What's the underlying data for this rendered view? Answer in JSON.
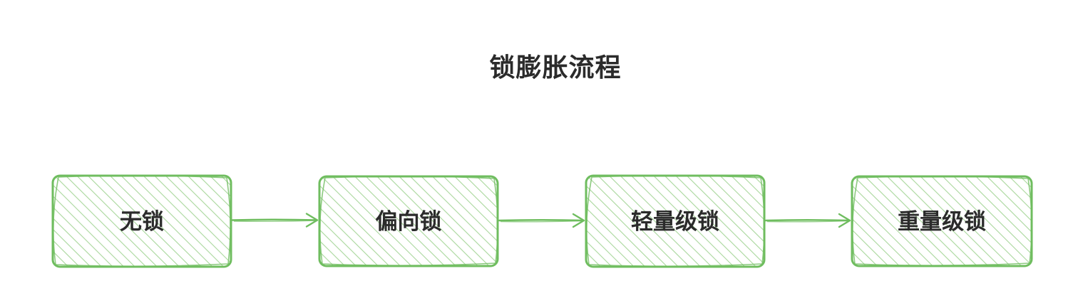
{
  "title": "锁膨胀流程",
  "nodes": [
    {
      "id": "no-lock",
      "label": "无锁"
    },
    {
      "id": "biased-lock",
      "label": "偏向锁"
    },
    {
      "id": "lightweight-lock",
      "label": "轻量级锁"
    },
    {
      "id": "heavyweight-lock",
      "label": "重量级锁"
    }
  ],
  "edges": [
    {
      "from": "no-lock",
      "to": "biased-lock"
    },
    {
      "from": "biased-lock",
      "to": "lightweight-lock"
    },
    {
      "from": "lightweight-lock",
      "to": "heavyweight-lock"
    }
  ],
  "colors": {
    "stroke": "#6fbd5f",
    "hatch": "#a9d79c",
    "text": "#2b2b2b",
    "background": "#ffffff"
  }
}
